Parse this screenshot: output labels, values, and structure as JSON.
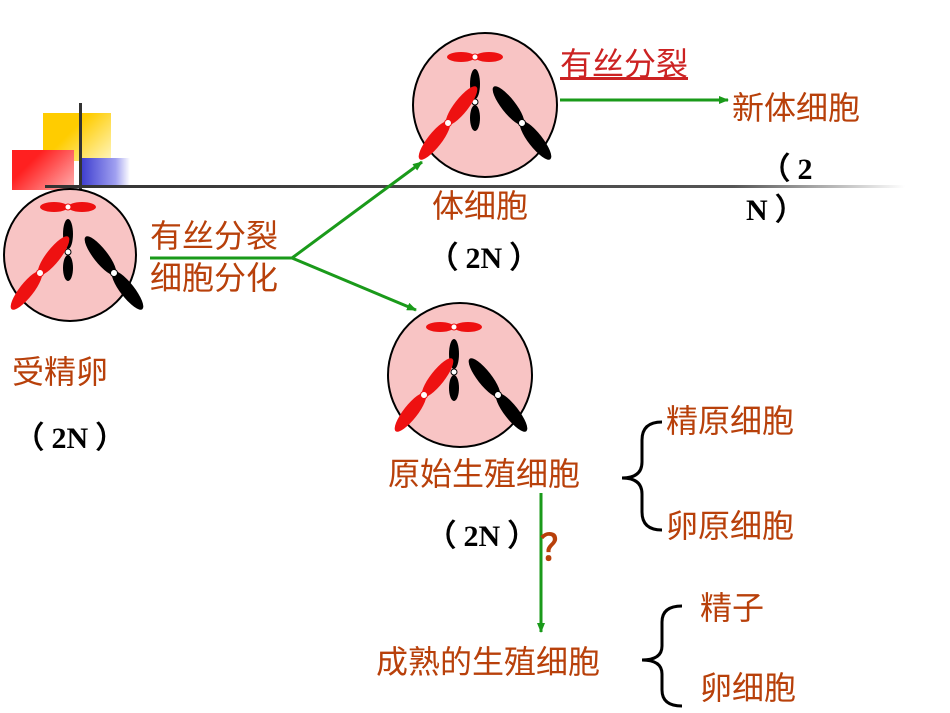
{
  "labels": {
    "zygote": "受精卵",
    "zygote_ploidy": "（ 2N ）",
    "process1_line1": "有丝分裂",
    "process1_line2": "细胞分化",
    "somatic_cell": "体细胞",
    "somatic_ploidy": "（ 2N ）",
    "process2": "有丝分裂",
    "new_somatic": "新体细胞",
    "new_somatic_ploidy_line1": "（ 2",
    "new_somatic_ploidy_line2": "N ）",
    "primordial_germ": "原始生殖细胞",
    "primordial_ploidy": "（ 2N ）",
    "question": "？",
    "spermatogonium": "精原细胞",
    "oogonium": "卵原细胞",
    "mature_germ": "成熟的生殖细胞",
    "sperm": "精子",
    "egg": "卵细胞"
  },
  "colors": {
    "label_text": "#b8400a",
    "arrow": "#1a9a1a",
    "cell_fill": "#f8c4c4",
    "chromosome_red": "#ee1111",
    "chromosome_black": "#000000",
    "process2_underline": "#cc2222"
  },
  "icons": {
    "cell": "cell-with-chromosomes-icon",
    "brace": "curly-brace-icon"
  }
}
